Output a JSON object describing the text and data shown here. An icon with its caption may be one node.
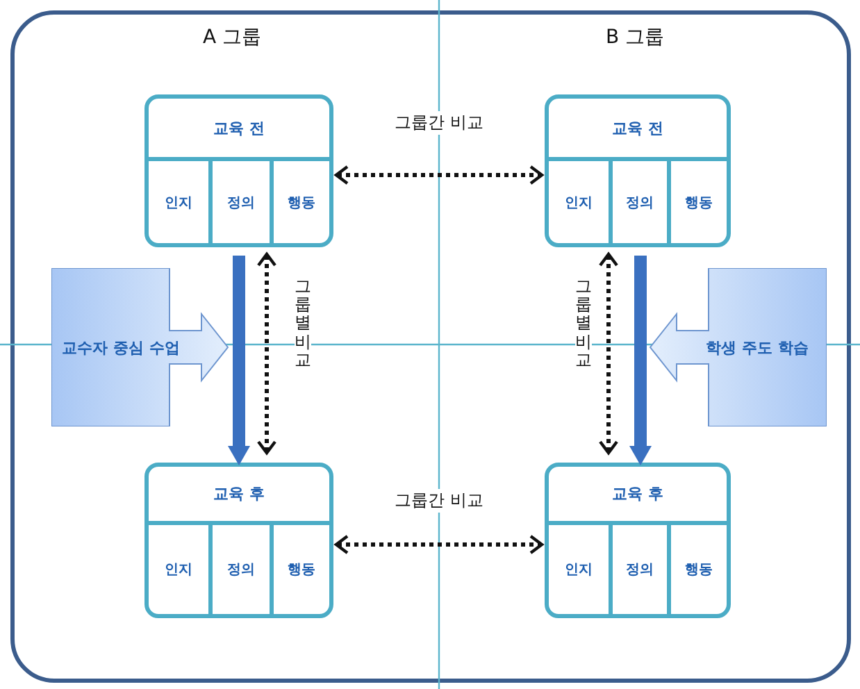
{
  "diagram": {
    "nodes": [
      {
        "text": [
          "교육 전"
        ]
      },
      {
        "text": [
          "인지"
        ],
        "in": 0
      },
      {
        "text": [
          "정의"
        ],
        "in": 0
      },
      {
        "text": [
          "행동"
        ],
        "in": 0
      },
      {
        "text": [
          "교육 전"
        ]
      },
      {
        "text": [
          "인지"
        ],
        "in": 4
      },
      {
        "text": [
          "정의"
        ],
        "in": 4
      },
      {
        "text": [
          "행동"
        ],
        "in": 4
      },
      {
        "text": [
          "교수자 중심 수업"
        ]
      },
      {
        "text": [
          "학생 주도 학습"
        ]
      },
      {
        "text": [
          "교육 후"
        ]
      },
      {
        "text": [
          "인지"
        ],
        "in": 10
      },
      {
        "text": [
          "정의"
        ],
        "in": 10
      },
      {
        "text": [
          "행동"
        ],
        "in": 10
      },
      {
        "text": [
          "교육 후"
        ]
      },
      {
        "text": [
          "인지"
        ],
        "in": 14
      },
      {
        "text": [
          "정의"
        ],
        "in": 14
      },
      {
        "text": [
          "행동"
        ],
        "in": 14
      }
    ],
    "edges": [
      {
        "from": 0,
        "to": 4,
        "arrow": "both",
        "style": "dashed",
        "label": "그룹간 비교"
      },
      {
        "from": 0,
        "to": 10,
        "arrow": "to",
        "style": "thick",
        "color": "#3a70c0"
      },
      {
        "from": 0,
        "to": 10,
        "arrow": "both",
        "style": "dashed",
        "label": "그룹별 비교"
      },
      {
        "from": 4,
        "to": 14,
        "arrow": "to",
        "style": "thick",
        "color": "#3a70c0"
      },
      {
        "from": 4,
        "to": 14,
        "arrow": "both",
        "style": "dashed",
        "label": "그룹별 비교"
      },
      {
        "from": 10,
        "to": 14,
        "arrow": "both",
        "style": "dashed",
        "label": "그룹간 비교"
      }
    ],
    "labels": [
      "A 그룹",
      "B 그룹"
    ]
  }
}
